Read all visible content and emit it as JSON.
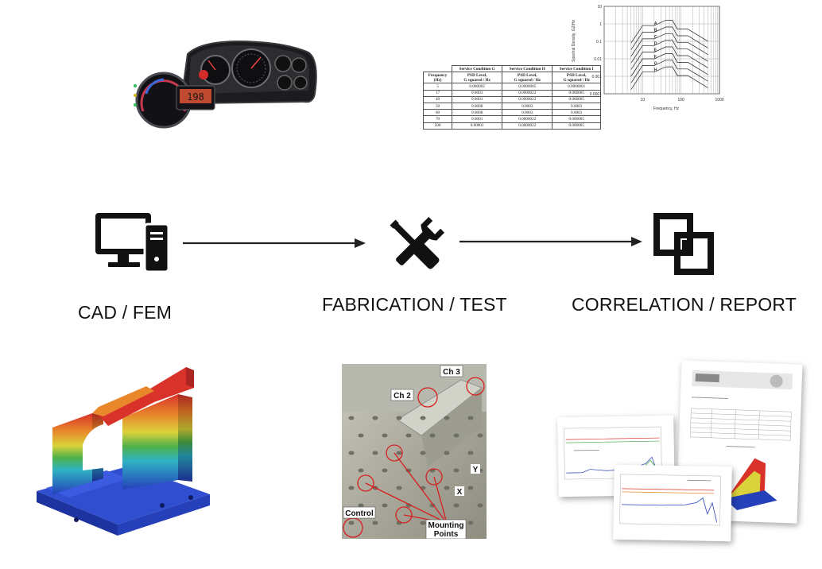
{
  "stages": [
    {
      "label": "CAD / FEM",
      "icon": "computer-workstation-icon"
    },
    {
      "label": "FABRICATION / TEST",
      "icon": "tools-icon"
    },
    {
      "label": "CORRELATION / REPORT",
      "icon": "overlap-squares-icon"
    }
  ],
  "psd_table": {
    "headers": [
      "Service Condition G",
      "Service Condition H",
      "Service Condition I"
    ],
    "col_label": [
      "Frequency",
      "(Hz)"
    ],
    "sub_header": [
      "PSD Level,",
      "G squared / Hz"
    ],
    "rows": [
      [
        "5",
        "0.000002",
        "0.0000005",
        "0.0000001"
      ],
      [
        "17",
        "0.0001",
        "0.0000022",
        "0.000005"
      ],
      [
        "40",
        "0.0001",
        "0.0000022",
        "0.000005"
      ],
      [
        "50",
        "0.0008",
        "0.0003",
        "0.0001"
      ],
      [
        "80",
        "0.0008",
        "0.0003",
        "0.0001"
      ],
      [
        "70",
        "0.0001",
        "0.0000022",
        "0.000005"
      ],
      [
        "500",
        "0.00001",
        "0.0000022",
        "0.000005"
      ]
    ]
  },
  "psd_chart": {
    "ylabel": "Spectral Density, G2/Hz",
    "xlabel": "Frequency, Hz",
    "y_ticks": [
      "10",
      "1",
      "0.1",
      "0.01",
      "0.001",
      "0.0001"
    ],
    "x_ticks": [
      "10",
      "100",
      "1000"
    ],
    "curve_letters": [
      "A",
      "B",
      "C",
      "D",
      "E",
      "F",
      "G",
      "H"
    ]
  },
  "test_photo": {
    "callouts": {
      "ch3": "Ch 3",
      "ch2": "Ch 2",
      "control": "Control",
      "mounting": [
        "Mounting",
        "Points"
      ],
      "axis_x": "X",
      "axis_y": "Y"
    }
  },
  "colors": {
    "fem_red": "#d8322a",
    "fem_orange": "#e8882b",
    "fem_yellow": "#d9d23a",
    "fem_green": "#4fb04a",
    "fem_cyan": "#2fb3c4",
    "fem_blue": "#2540b8",
    "arrow": "#222222",
    "callout_red": "#d81e1e"
  }
}
